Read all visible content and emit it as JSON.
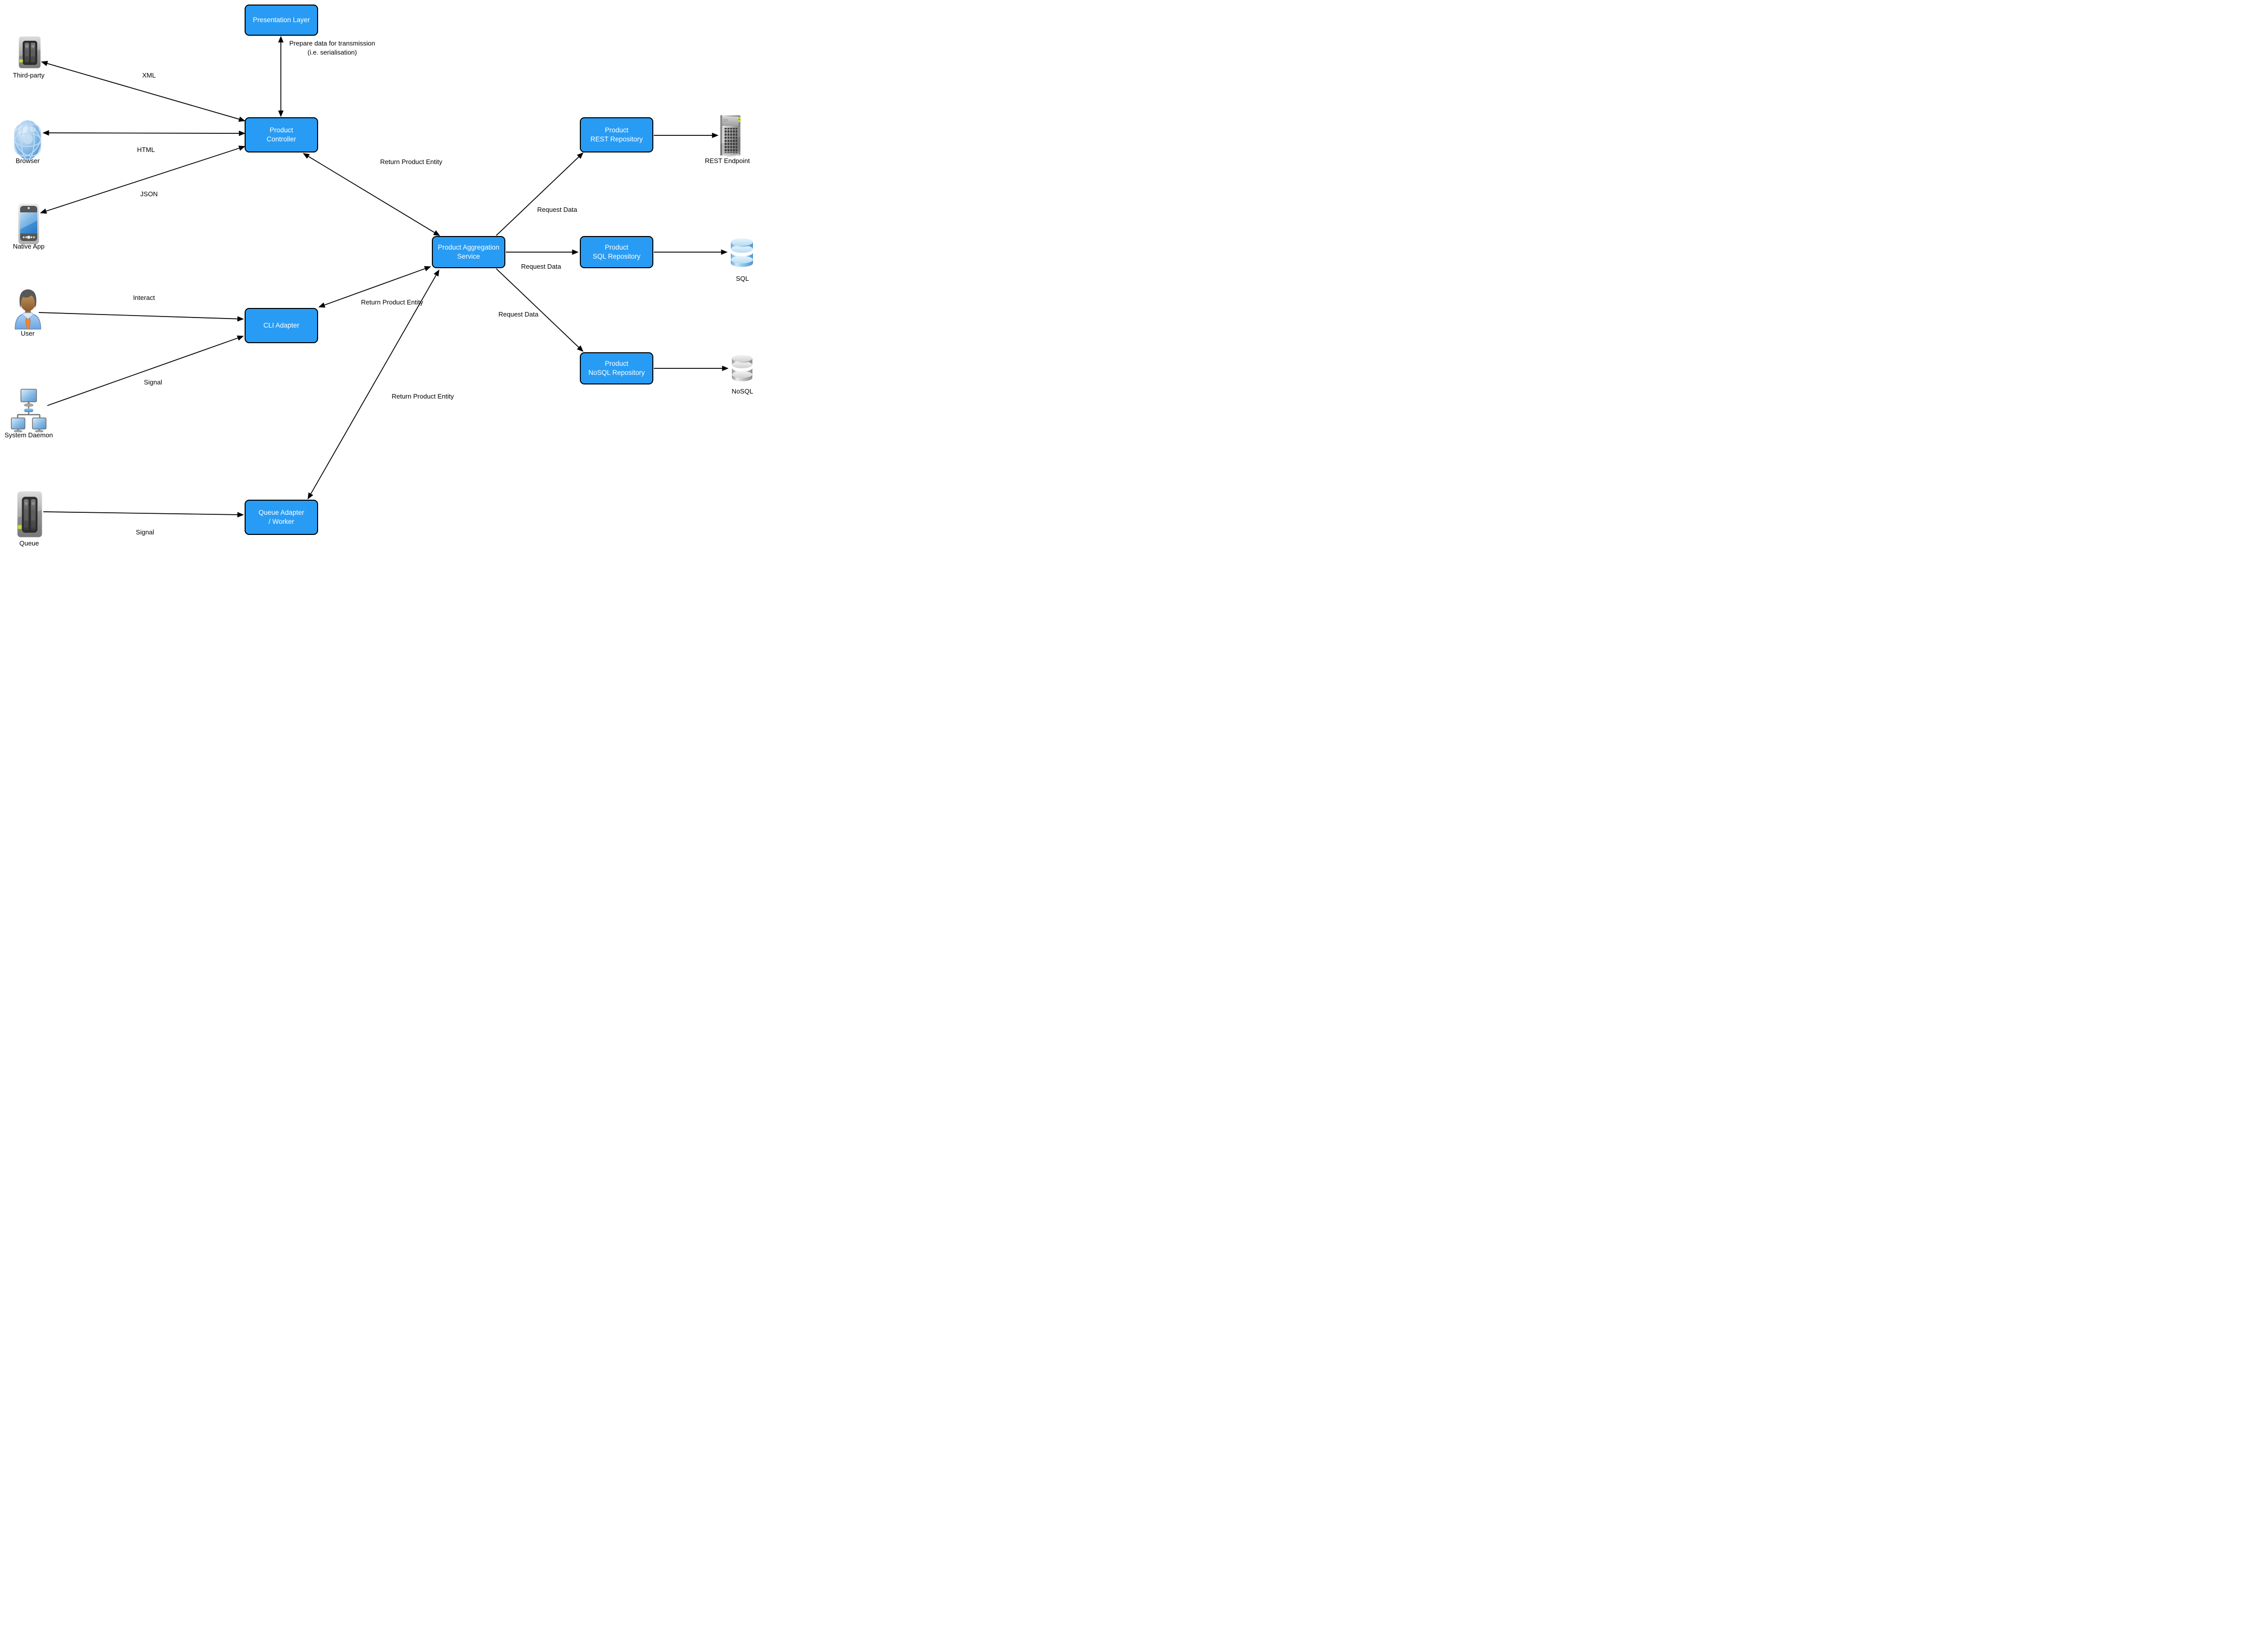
{
  "colors": {
    "background": "#FFFFFF",
    "box_fill": "#289CF4",
    "box_border": "#000000",
    "box_text": "#FFFFFF",
    "line": "#000000",
    "label_text": "#000000",
    "led_green": "#BFE23C"
  },
  "nodes": {
    "presentation_layer": "Presentation Layer",
    "product_controller": "Product\nController",
    "product_aggregation_service": "Product Aggregation\nService",
    "cli_adapter": "CLI Adapter",
    "queue_adapter_worker": "Queue Adapter\n/ Worker",
    "product_rest_repository": "Product\nREST Repository",
    "product_sql_repository": "Product\nSQL Repository",
    "product_nosql_repository": "Product\nNoSQL Repository"
  },
  "actors": {
    "third_party": {
      "label": "Third-party",
      "icon": "server-icon"
    },
    "browser": {
      "label": "Browser",
      "icon": "globe-icon"
    },
    "native_app": {
      "label": "Native App",
      "icon": "smartphone-icon"
    },
    "user": {
      "label": "User",
      "icon": "person-icon"
    },
    "system_daemon": {
      "label": "System Daemon",
      "icon": "network-computers-icon"
    },
    "queue": {
      "label": "Queue",
      "icon": "server-icon"
    },
    "rest_endpoint": {
      "label": "REST Endpoint",
      "icon": "tower-server-icon"
    },
    "sql": {
      "label": "SQL",
      "icon": "database-cylinder-blue-icon"
    },
    "nosql": {
      "label": "NoSQL",
      "icon": "database-cylinder-gray-icon"
    }
  },
  "edge_labels": {
    "xml": "XML",
    "html": "HTML",
    "json": "JSON",
    "interact": "Interact",
    "signal_daemon": "Signal",
    "signal_queue": "Signal",
    "prepare": "Prepare data for transmission\n(i.e. serialisation)",
    "return_top": "Return Product Entity",
    "return_mid": "Return Product Entity",
    "return_bottom": "Return Product Entity",
    "request_rest": "Request Data",
    "request_sql": "Request Data",
    "request_nosql": "Request Data"
  }
}
